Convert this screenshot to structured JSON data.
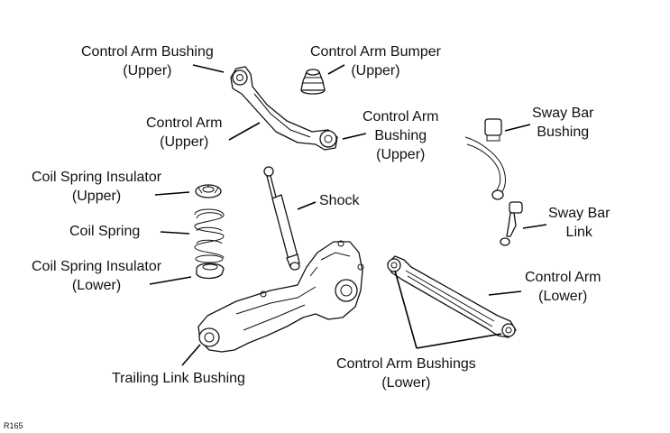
{
  "labels": {
    "control_arm_bushing_upper_left": [
      "Control Arm Bushing",
      "(Upper)"
    ],
    "control_arm_bumper_upper": [
      "Control Arm Bumper",
      "(Upper)"
    ],
    "control_arm_upper": [
      "Control Arm",
      "(Upper)"
    ],
    "control_arm_bushing_upper_right": [
      "Control Arm",
      "Bushing",
      "(Upper)"
    ],
    "sway_bar_bushing": [
      "Sway Bar",
      "Bushing"
    ],
    "coil_spring_insulator_upper": [
      "Coil Spring Insulator",
      "(Upper)"
    ],
    "shock": [
      "Shock"
    ],
    "coil_spring": [
      "Coil Spring"
    ],
    "sway_bar_link": [
      "Sway Bar",
      "Link"
    ],
    "coil_spring_insulator_lower": [
      "Coil Spring Insulator",
      "(Lower)"
    ],
    "control_arm_lower": [
      "Control Arm",
      "(Lower)"
    ],
    "control_arm_bushings_lower": [
      "Control Arm Bushings",
      "(Lower)"
    ],
    "trailing_link_bushing": [
      "Trailing Link Bushing"
    ]
  },
  "figure_ref": "R165"
}
